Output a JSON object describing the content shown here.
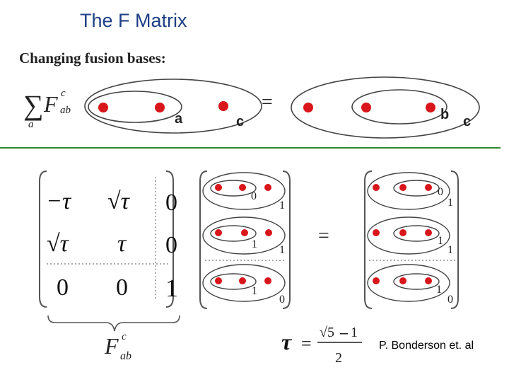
{
  "title": "The F Matrix",
  "subtitle": "Changing fusion bases:",
  "credit": "P. Bonderson et. al",
  "colors": {
    "title": "#1f3f86",
    "divider": "#2e8b2e",
    "anyon": "#d8161b"
  },
  "top_equation": {
    "sum_symbol": "∑",
    "sum_index": "a",
    "F": "F",
    "F_super": "c",
    "F_sub": "ab",
    "equals": "=",
    "lhs_labels": [
      "a",
      "c"
    ],
    "rhs_labels": [
      "b",
      "c"
    ]
  },
  "matrix": {
    "rows": [
      [
        "−τ",
        "√τ",
        "0"
      ],
      [
        "√τ",
        "τ",
        "0"
      ],
      [
        "0",
        "0",
        "1"
      ]
    ],
    "brace_F": "F",
    "brace_F_super": "c",
    "brace_F_sub": "ab"
  },
  "left_basis": [
    {
      "inner": "0",
      "outer": "1"
    },
    {
      "inner": "1",
      "outer": "1"
    },
    {
      "inner": "1",
      "outer": "0"
    }
  ],
  "right_basis": [
    {
      "inner": "0",
      "outer": "1"
    },
    {
      "inner": "1",
      "outer": "1"
    },
    {
      "inner": "1",
      "outer": "0"
    }
  ],
  "basis_equals": "=",
  "tau_def": {
    "symbol": "τ",
    "equals": "=",
    "numerator_root": "√5",
    "numerator_minus": "–",
    "numerator_one": "1",
    "denominator": "2"
  }
}
